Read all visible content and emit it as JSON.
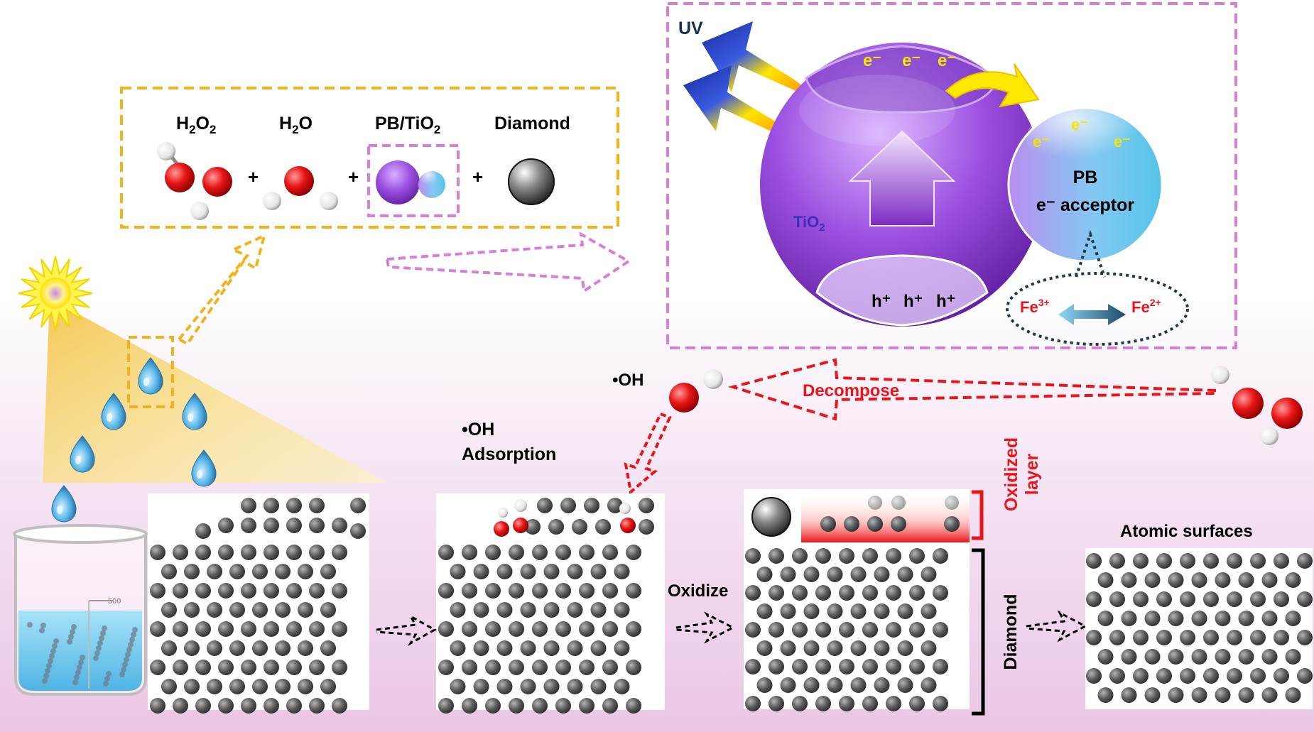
{
  "legend_box": {
    "h2o2": {
      "base": "H",
      "sub1": "2",
      "mid": "O",
      "sub2": "2"
    },
    "h2o": {
      "base": "H",
      "sub1": "2",
      "mid": "O"
    },
    "pbtio2": {
      "base": "PB/TiO",
      "sub": "2"
    },
    "diamond": "Diamond",
    "plus": "+"
  },
  "photocatalysis": {
    "uv": "UV",
    "electron": "e⁻",
    "hole": "h⁺",
    "tio2": {
      "base": "TiO",
      "sub": "2"
    },
    "pb": "PB",
    "acceptor": "e⁻ acceptor",
    "fe3": {
      "base": "Fe",
      "sup": "3+"
    },
    "fe2": {
      "base": "Fe",
      "sup": "2+"
    }
  },
  "process": {
    "oh_radical": "•OH",
    "decompose": "Decompose",
    "adsorption_line1": "•OH",
    "adsorption_line2": "Adsorption",
    "oxidize": "Oxidize",
    "oxidized_line1": "Oxidized",
    "oxidized_line2": "layer",
    "diamond_bracket": "Diamond",
    "atomic_surfaces": "Atomic surfaces",
    "beaker_mark": "500"
  },
  "colors": {
    "orange_dash": "#f2b21c",
    "magenta_dash": "#d77fd6",
    "red": "#e8151b",
    "dark_navy": "#17324d",
    "purple": "#8a3fd0",
    "cyan": "#5bc6ec",
    "carbon": "#5f5f5f",
    "oxygen": "#e01010",
    "yellow_label": "#f5e500"
  }
}
